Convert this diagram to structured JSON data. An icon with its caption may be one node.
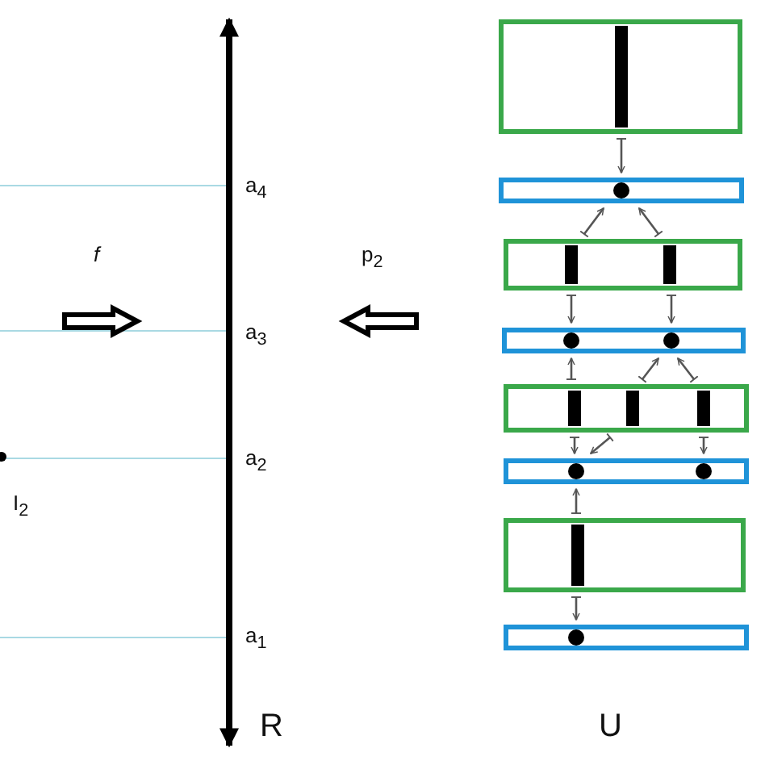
{
  "diagram": {
    "nodes": [
      {
        "text": [],
        "shape": "box"
      },
      {
        "text": [],
        "shape": "box"
      },
      {
        "text": [],
        "shape": "box"
      },
      {
        "text": [],
        "shape": "box"
      },
      {
        "text": [],
        "shape": "box"
      },
      {
        "text": [],
        "shape": "box"
      },
      {
        "text": [],
        "shape": "box"
      },
      {
        "text": [],
        "shape": "box"
      }
    ],
    "edges": [
      {
        "from": 0,
        "to": 1,
        "arrow": "to"
      },
      {
        "from": 2,
        "to": 1,
        "arrow": "to"
      },
      {
        "from": 2,
        "to": 1,
        "arrow": "to"
      },
      {
        "from": 2,
        "to": 3,
        "arrow": "to"
      },
      {
        "from": 2,
        "to": 3,
        "arrow": "to"
      },
      {
        "from": 4,
        "to": 3,
        "arrow": "to"
      },
      {
        "from": 4,
        "to": 3,
        "arrow": "to"
      },
      {
        "from": 4,
        "to": 3,
        "arrow": "to"
      },
      {
        "from": 4,
        "to": 5,
        "arrow": "to"
      },
      {
        "from": 4,
        "to": 5,
        "arrow": "to"
      },
      {
        "from": 4,
        "to": 5,
        "arrow": "to"
      },
      {
        "from": 6,
        "to": 5,
        "arrow": "to"
      },
      {
        "from": 6,
        "to": 7,
        "arrow": "to"
      }
    ],
    "labels": [
      "a$_{4}$",
      "*f*",
      "p$_{2}$",
      "a$_{3}$",
      "a$_{2}$",
      "I$_{2}$",
      "a$_{1}$",
      "R",
      "U"
    ]
  }
}
